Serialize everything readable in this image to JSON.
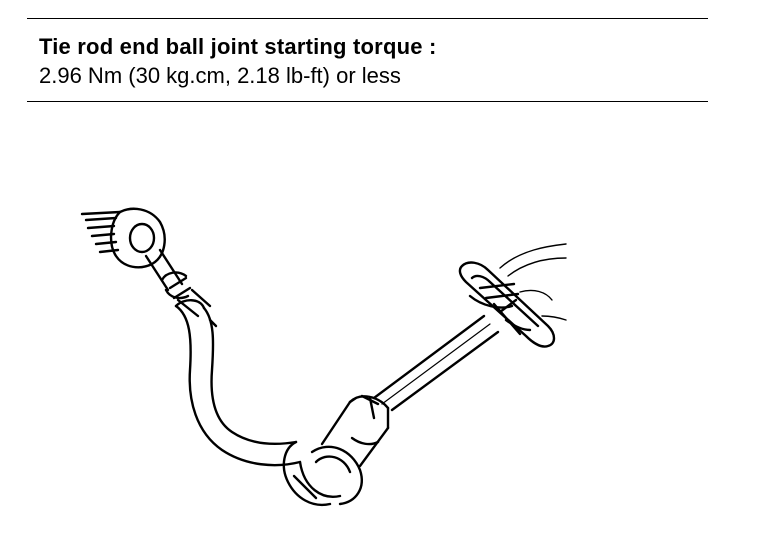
{
  "spec": {
    "title": "Tie rod end ball joint starting torque :",
    "value": "2.96 Nm (30 kg.cm, 2.18 lb-ft) or less"
  },
  "illustration": {
    "icon": "tie-rod-torque-gauge-illustration",
    "line_color": "#000000",
    "background_color": "#ffffff"
  }
}
